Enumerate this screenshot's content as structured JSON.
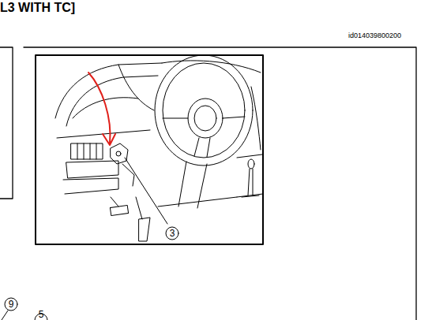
{
  "diagram": {
    "labels": [
      "L3 WITH TC]",
      "id014039800200",
      "3",
      "9",
      "5"
    ]
  }
}
